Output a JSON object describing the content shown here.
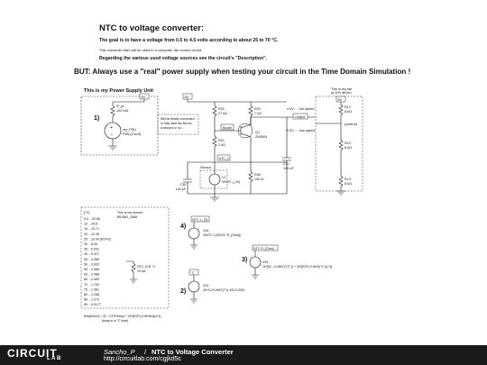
{
  "header": {
    "title": "NTC to voltage converter:",
    "goal": "The goal is to have a voltage from 0.5 to 4.5 volts according to about 25 to 70 °C.",
    "note": "This converter later will be used in a computer fan control circuit.",
    "regard": "Regarding the various used voltage sources see the circuit's \"Description\".",
    "but": "BUT: Always use a \"real\" power supply when testing your circuit in the Time Domain Simulation !"
  },
  "schematic": {
    "power_supply_label": "This is my Power Supply Unit",
    "callout_1": "1)",
    "callout_2": "2)",
    "callout_3": "3)",
    "callout_4": "4)",
    "r_pi_name": "R_pi",
    "r_pi_value": "100 mΩ",
    "v_psu_name": "my_PSU",
    "v_psu_value": "PWL(10u,5)",
    "node_5v": "5V",
    "finally_note": [
      "Will be finally connected",
      "to fully start the fan for",
      "a second or so ..."
    ],
    "boost_label": "Boost",
    "r31_name": "R31",
    "r31_value": "27 kΩ",
    "r20_name": "R20",
    "r20_value": "7 kΩ",
    "r21_name": "R21",
    "r21_value": "2 kΩ",
    "q1_name": "Q1",
    "q1_value": "2N3904",
    "ntc_node": "NTC_1",
    "sensor_label": "Sensor",
    "v1_name": "V1",
    "v1_value": "VINTC (_20)",
    "c30_name": "C30",
    "c30_value": "100 pF",
    "r30_name": "R30",
    "r30_value": "100 Ω",
    "c31_name": "C31",
    "c31_value": "100 nF",
    "full_speed": "4.5V .... full speed",
    "low_speed": "0.5V .... low speed",
    "output_label": "Output",
    "fan_driver_label": [
      "This is my fan",
      "(a 200 driver)"
    ],
    "rl1_name": "RL1",
    "rl1_value": "8 kΩ",
    "control_label": "(control)",
    "rl2_name": "RL2",
    "rl2_value": "8 kΩ",
    "rl3_name": "RL3",
    "rl3_value": "8 kΩ",
    "table_header": "[°C]",
    "table_sensor_title": [
      "This is my sensor:",
      "B57861_S861"
    ],
    "table_rows": [
      "5.0 ...32.85",
      "10 ...25.6",
      "15 ...19.71",
      "20 ...12.49",
      "25 ...10.00 [kOhm]",
      "30 ...8.06",
      "35 ...6.531",
      "40 ...5.327",
      "45 ...4.369",
      "50 ...3.603",
      "55 ...2.986",
      "60 ...2.488",
      "65 ...2.083",
      "70 ...1.752",
      "75 ...1.481",
      "80 ...1.258",
      "85 ...1.072",
      "90 ...0.9177"
    ],
    "ntc_b_name": "NTC_B B °C",
    "ntc_b_value": "10 kΩ",
    "table_formula": "Res[kOhm] = 32 - 0.370*temp + 26*[EXP(-0.06*temp)+1]",
    "table_formula_2": "(temp is in °C here)",
    "v34_node": "NTC_L_[0]",
    "v34_name": "V34",
    "v34_value": "VINTC 1(VINTC R_[Ohm])",
    "v33_node": "NTC R_[Ohm]",
    "v33_name": "V33",
    "v33_value": "1k*[32 - 0.035*(V(\"C\")) + 26*[EXP(-0.06*V(\"C\"))]+1]",
    "v32_node": "°C",
    "v32_name": "V32",
    "v32_value": "25+0.2*LIMIT(T*s,100,0,200)"
  },
  "footer": {
    "logo_top": "CIRCUIT",
    "logo_bottom": "LAB",
    "author": "Sancho_P",
    "slash": "/",
    "circuit_name": "NTC to Voltage Converter",
    "url": "http://circuitlab.com/cgjkd5c"
  }
}
